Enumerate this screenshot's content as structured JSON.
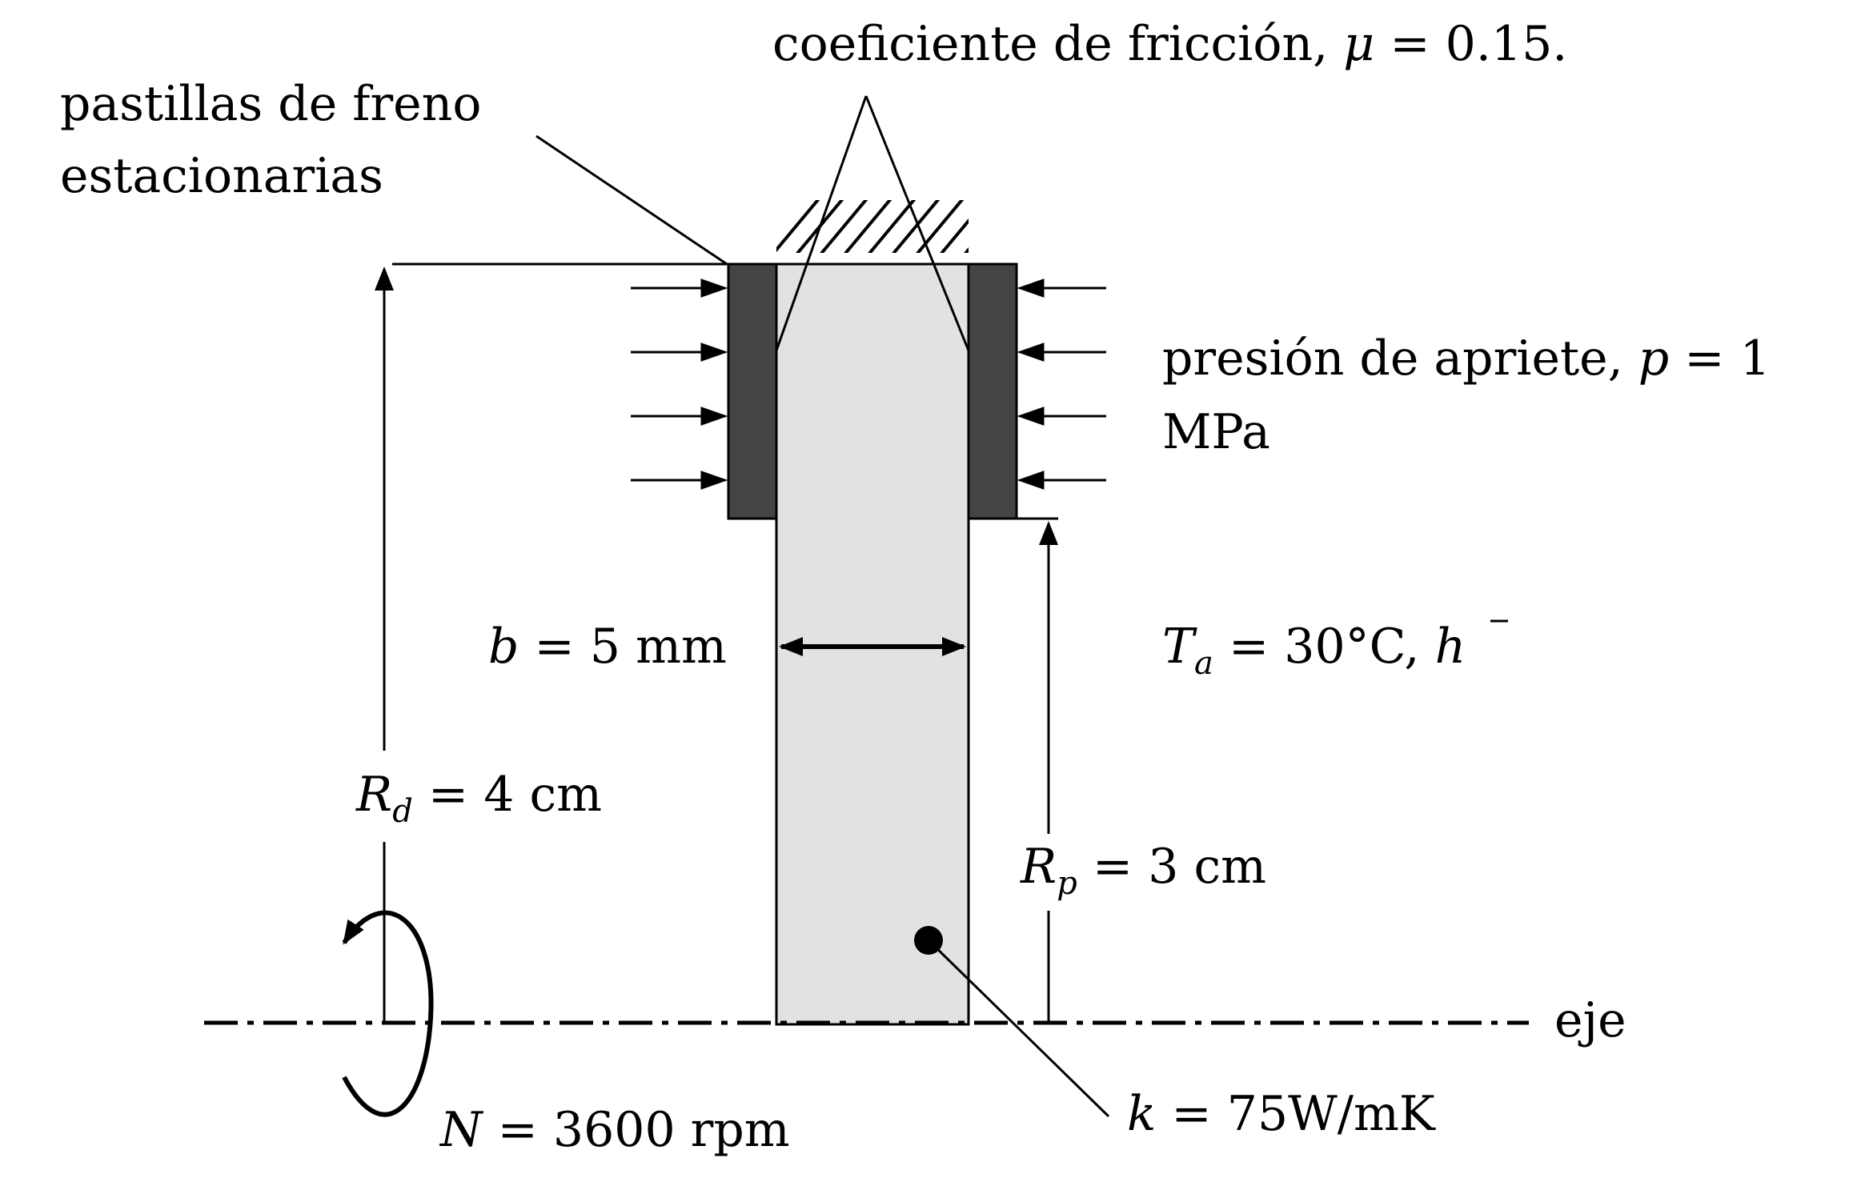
{
  "labels": {
    "friction": {
      "text": "coeficiente de fricción, ",
      "symbol": "μ",
      "eq": " = 0.15."
    },
    "pads_line1": "pastillas de freno",
    "pads_line2": "estacionarias",
    "pressure_line1": {
      "text": "presión de apriete, ",
      "symbol": "p",
      "eq": " = 1"
    },
    "pressure_line2": "MPa",
    "thickness": {
      "symbol": "b",
      "eq": " = 5 mm"
    },
    "ambient": {
      "symbol": "T",
      "sub": "a",
      "eq": " = 30°C, ",
      "h": "h"
    },
    "disk_radius": {
      "symbol": "R",
      "sub": "d",
      "eq": " = 4 cm"
    },
    "pad_radius": {
      "symbol": "R",
      "sub": "p",
      "eq": " = 3 cm"
    },
    "axis": "eje",
    "speed": {
      "symbol": "N",
      "eq": " = 3600 rpm"
    },
    "conductivity": {
      "symbol": "k",
      "eq": " = 75W/mK"
    }
  },
  "colors": {
    "disk_fill": "#e2e2e2",
    "pad_fill": "#444444",
    "line": "#000000"
  }
}
